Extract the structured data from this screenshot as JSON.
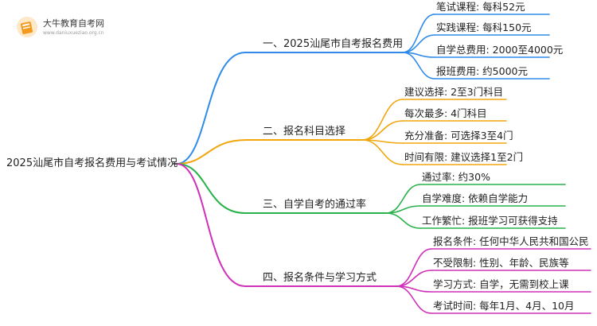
{
  "logo": {
    "title": "大牛教育自考网",
    "url": "www.daniuxueziao.org.cn"
  },
  "root": "2025汕尾市自考报名费用与考试情况",
  "colors": {
    "branch1": "#2f8bea",
    "branch2": "#f2a60d",
    "branch3": "#27b24a",
    "branch4": "#cf30b8",
    "root_line": "#555555",
    "logo_orange": "#f39a1e"
  },
  "branches": [
    {
      "label": "一、2025汕尾市自考报名费用",
      "color_key": "branch1",
      "leaves": [
        "笔试课程: 每科52元",
        "实践课程: 每科150元",
        "自学总费用: 2000至4000元",
        "报班费用: 约5000元"
      ]
    },
    {
      "label": "二、报名科目选择",
      "color_key": "branch2",
      "leaves": [
        "建议选择: 2至3门科目",
        "每次最多: 4门科目",
        "充分准备: 可选择3至4门",
        "时间有限: 建议选择1至2门"
      ]
    },
    {
      "label": "三、自学自考的通过率",
      "color_key": "branch3",
      "leaves": [
        "通过率: 约30%",
        "自学难度: 依赖自学能力",
        "工作繁忙: 报班学习可获得支持"
      ]
    },
    {
      "label": "四、报名条件与学习方式",
      "color_key": "branch4",
      "leaves": [
        "报名条件: 任何中华人民共和国公民",
        "不受限制: 性别、年龄、民族等",
        "学习方式: 自学，无需到校上课",
        "考试时间: 每年1月、4月、10月"
      ]
    }
  ]
}
